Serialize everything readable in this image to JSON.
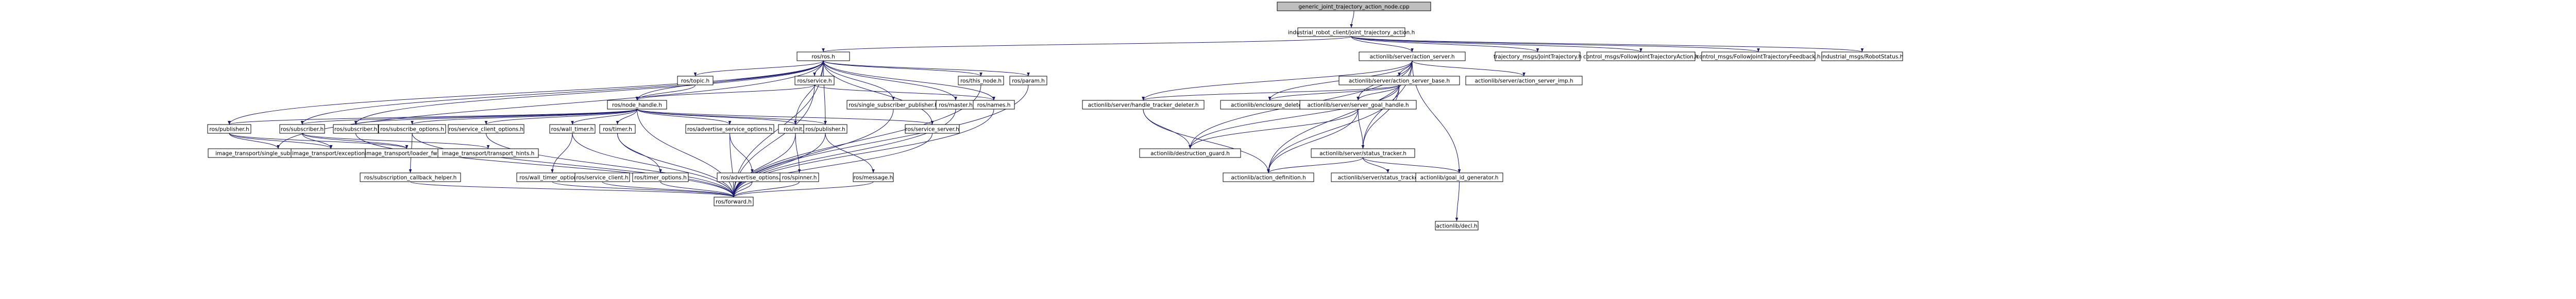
{
  "diagram": {
    "title": "generic_joint_trajectory_action_node.cpp",
    "colors": {
      "node_fill": "#ffffff",
      "root_fill": "#bfbfbf",
      "node_border": "#000000",
      "red_border": "#ff0000",
      "light_border": "#bfbfbf",
      "edge": "#191970"
    },
    "nodes": [
      {
        "id": "root",
        "label": "generic_joint_trajectory_action_node.cpp",
        "style": "root"
      },
      {
        "id": "jta",
        "label": "industrial_robot_client/joint_trajectory_action.h",
        "style": "normal"
      },
      {
        "id": "rosh",
        "label": "ros/ros.h",
        "style": "normal"
      },
      {
        "id": "as",
        "label": "actionlib/server/action_server.h",
        "style": "normal"
      },
      {
        "id": "jt",
        "label": "trajectory_msgs/JointTrajectory.h",
        "style": "light"
      },
      {
        "id": "fjta",
        "label": "control_msgs/FollowJointTrajectoryAction.h",
        "style": "light"
      },
      {
        "id": "fjtf",
        "label": "control_msgs/FollowJointTrajectoryFeedback.h",
        "style": "light"
      },
      {
        "id": "rs",
        "label": "industrial_msgs/RobotStatus.h",
        "style": "light"
      },
      {
        "id": "topic",
        "label": "ros/topic.h",
        "style": "normal"
      },
      {
        "id": "service",
        "label": "ros/service.h",
        "style": "normal"
      },
      {
        "id": "thisnode",
        "label": "ros/this_node.h",
        "style": "normal"
      },
      {
        "id": "param",
        "label": "ros/param.h",
        "style": "normal"
      },
      {
        "id": "asb",
        "label": "actionlib/server/action_server_base.h",
        "style": "normal"
      },
      {
        "id": "asimp",
        "label": "actionlib/server/action_server_imp.h",
        "style": "normal"
      },
      {
        "id": "nh",
        "label": "ros/node_handle.h",
        "style": "normal"
      },
      {
        "id": "ssp",
        "label": "ros/single_subscriber_publisher.h",
        "style": "normal"
      },
      {
        "id": "master",
        "label": "ros/master.h",
        "style": "normal"
      },
      {
        "id": "names",
        "label": "ros/names.h",
        "style": "normal"
      },
      {
        "id": "htd",
        "label": "actionlib/server/handle_tracker_deleter.h",
        "style": "red"
      },
      {
        "id": "cd",
        "label": "actionlib/enclosure_deleter.h",
        "style": "normal"
      },
      {
        "id": "sgh",
        "label": "actionlib/server/server_goal_handle.h",
        "style": "red"
      },
      {
        "id": "pub1",
        "label": "ros/publisher.h",
        "style": "normal"
      },
      {
        "id": "sub1",
        "label": "ros/subscriber.h",
        "style": "normal"
      },
      {
        "id": "sub2",
        "label": "ros/subscriber.h",
        "style": "normal"
      },
      {
        "id": "so",
        "label": "ros/subscribe_options.h",
        "style": "red"
      },
      {
        "id": "sco",
        "label": "ros/service_client_options.h",
        "style": "normal"
      },
      {
        "id": "walltimer",
        "label": "ros/wall_timer.h",
        "style": "normal"
      },
      {
        "id": "timer",
        "label": "ros/timer.h",
        "style": "normal"
      },
      {
        "id": "aso",
        "label": "ros/advertise_service_options.h",
        "style": "red"
      },
      {
        "id": "init",
        "label": "ros/init.h",
        "style": "normal"
      },
      {
        "id": "pub2",
        "label": "ros/publisher.h",
        "style": "normal"
      },
      {
        "id": "srvserver",
        "label": "ros/service_server.h",
        "style": "normal"
      },
      {
        "id": "dg",
        "label": "actionlib/destruction_guard.h",
        "style": "normal"
      },
      {
        "id": "st",
        "label": "actionlib/server/status_tracker.h",
        "style": "normal"
      },
      {
        "id": "sspub",
        "label": "image_transport/single_subscriber_publisher.h",
        "style": "normal"
      },
      {
        "id": "exc",
        "label": "image_transport/exception.h",
        "style": "normal"
      },
      {
        "id": "lf",
        "label": "image_transport/loader_fwds.h",
        "style": "normal"
      },
      {
        "id": "th",
        "label": "image_transport/transport_hints.h",
        "style": "normal"
      },
      {
        "id": "sch",
        "label": "ros/subscription_callback_helper.h",
        "style": "red"
      },
      {
        "id": "wto",
        "label": "ros/wall_timer_options.h",
        "style": "normal"
      },
      {
        "id": "sc",
        "label": "ros/service_client.h",
        "style": "normal"
      },
      {
        "id": "to",
        "label": "ros/timer_options.h",
        "style": "normal"
      },
      {
        "id": "ao",
        "label": "ros/advertise_options.h",
        "style": "normal"
      },
      {
        "id": "spinner",
        "label": "ros/spinner.h",
        "style": "normal"
      },
      {
        "id": "msg",
        "label": "ros/message.h",
        "style": "normal"
      },
      {
        "id": "ad",
        "label": "actionlib/action_definition.h",
        "style": "normal"
      },
      {
        "id": "stimp",
        "label": "actionlib/server/status_tracker_imp.h",
        "style": "normal"
      },
      {
        "id": "gig",
        "label": "actionlib/goal_id_generator.h",
        "style": "normal"
      },
      {
        "id": "fwd",
        "label": "ros/forward.h",
        "style": "red"
      },
      {
        "id": "decl",
        "label": "actionlib/decl.h",
        "style": "normal"
      }
    ],
    "edges": [
      [
        "root",
        "jta"
      ],
      [
        "jta",
        "rosh"
      ],
      [
        "jta",
        "as"
      ],
      [
        "jta",
        "jt"
      ],
      [
        "jta",
        "fjta"
      ],
      [
        "jta",
        "fjtf"
      ],
      [
        "jta",
        "rs"
      ],
      [
        "rosh",
        "topic"
      ],
      [
        "rosh",
        "service"
      ],
      [
        "rosh",
        "thisnode"
      ],
      [
        "rosh",
        "param"
      ],
      [
        "rosh",
        "nh"
      ],
      [
        "rosh",
        "ssp"
      ],
      [
        "rosh",
        "master"
      ],
      [
        "rosh",
        "names"
      ],
      [
        "rosh",
        "pub1"
      ],
      [
        "rosh",
        "sub1"
      ],
      [
        "rosh",
        "sub2"
      ],
      [
        "rosh",
        "init"
      ],
      [
        "rosh",
        "pub2"
      ],
      [
        "rosh",
        "srvserver"
      ],
      [
        "rosh",
        "sspub"
      ],
      [
        "rosh",
        "fwd"
      ],
      [
        "topic",
        "nh"
      ],
      [
        "service",
        "nh"
      ],
      [
        "service",
        "names"
      ],
      [
        "service",
        "fwd"
      ],
      [
        "thisnode",
        "fwd"
      ],
      [
        "param",
        "fwd"
      ],
      [
        "master",
        "fwd"
      ],
      [
        "names",
        "fwd"
      ],
      [
        "nh",
        "pub1"
      ],
      [
        "nh",
        "sub1"
      ],
      [
        "nh",
        "sub2"
      ],
      [
        "nh",
        "so"
      ],
      [
        "nh",
        "sco"
      ],
      [
        "nh",
        "walltimer"
      ],
      [
        "nh",
        "timer"
      ],
      [
        "nh",
        "aso"
      ],
      [
        "nh",
        "init"
      ],
      [
        "nh",
        "pub2"
      ],
      [
        "nh",
        "srvserver"
      ],
      [
        "nh",
        "fwd"
      ],
      [
        "ssp",
        "fwd"
      ],
      [
        "pub1",
        "sspub"
      ],
      [
        "pub1",
        "exc"
      ],
      [
        "pub1",
        "lf"
      ],
      [
        "sub1",
        "exc"
      ],
      [
        "sub1",
        "lf"
      ],
      [
        "sub1",
        "th"
      ],
      [
        "sub2",
        "fwd"
      ],
      [
        "so",
        "sch"
      ],
      [
        "so",
        "fwd"
      ],
      [
        "sco",
        "fwd"
      ],
      [
        "walltimer",
        "wto"
      ],
      [
        "walltimer",
        "fwd"
      ],
      [
        "wto",
        "fwd"
      ],
      [
        "timer",
        "to"
      ],
      [
        "timer",
        "fwd"
      ],
      [
        "to",
        "fwd"
      ],
      [
        "aso",
        "ao"
      ],
      [
        "aso",
        "fwd"
      ],
      [
        "ao",
        "fwd"
      ],
      [
        "sc",
        "fwd"
      ],
      [
        "sch",
        "fwd"
      ],
      [
        "init",
        "spinner"
      ],
      [
        "init",
        "fwd"
      ],
      [
        "spinner",
        "fwd"
      ],
      [
        "pub2",
        "msg"
      ],
      [
        "pub2",
        "fwd"
      ],
      [
        "msg",
        "fwd"
      ],
      [
        "srvserver",
        "fwd"
      ],
      [
        "as",
        "asb"
      ],
      [
        "as",
        "asimp"
      ],
      [
        "as",
        "htd"
      ],
      [
        "as",
        "cd"
      ],
      [
        "as",
        "sgh"
      ],
      [
        "as",
        "st"
      ],
      [
        "as",
        "dg"
      ],
      [
        "as",
        "ad"
      ],
      [
        "as",
        "gig"
      ],
      [
        "asb",
        "htd"
      ],
      [
        "asb",
        "cd"
      ],
      [
        "asb",
        "sgh"
      ],
      [
        "asb",
        "dg"
      ],
      [
        "asb",
        "st"
      ],
      [
        "asb",
        "ad"
      ],
      [
        "htd",
        "dg"
      ],
      [
        "htd",
        "ad"
      ],
      [
        "sgh",
        "dg"
      ],
      [
        "sgh",
        "st"
      ],
      [
        "sgh",
        "ad"
      ],
      [
        "st",
        "ad"
      ],
      [
        "st",
        "stimp"
      ],
      [
        "st",
        "gig"
      ],
      [
        "gig",
        "decl"
      ]
    ]
  }
}
